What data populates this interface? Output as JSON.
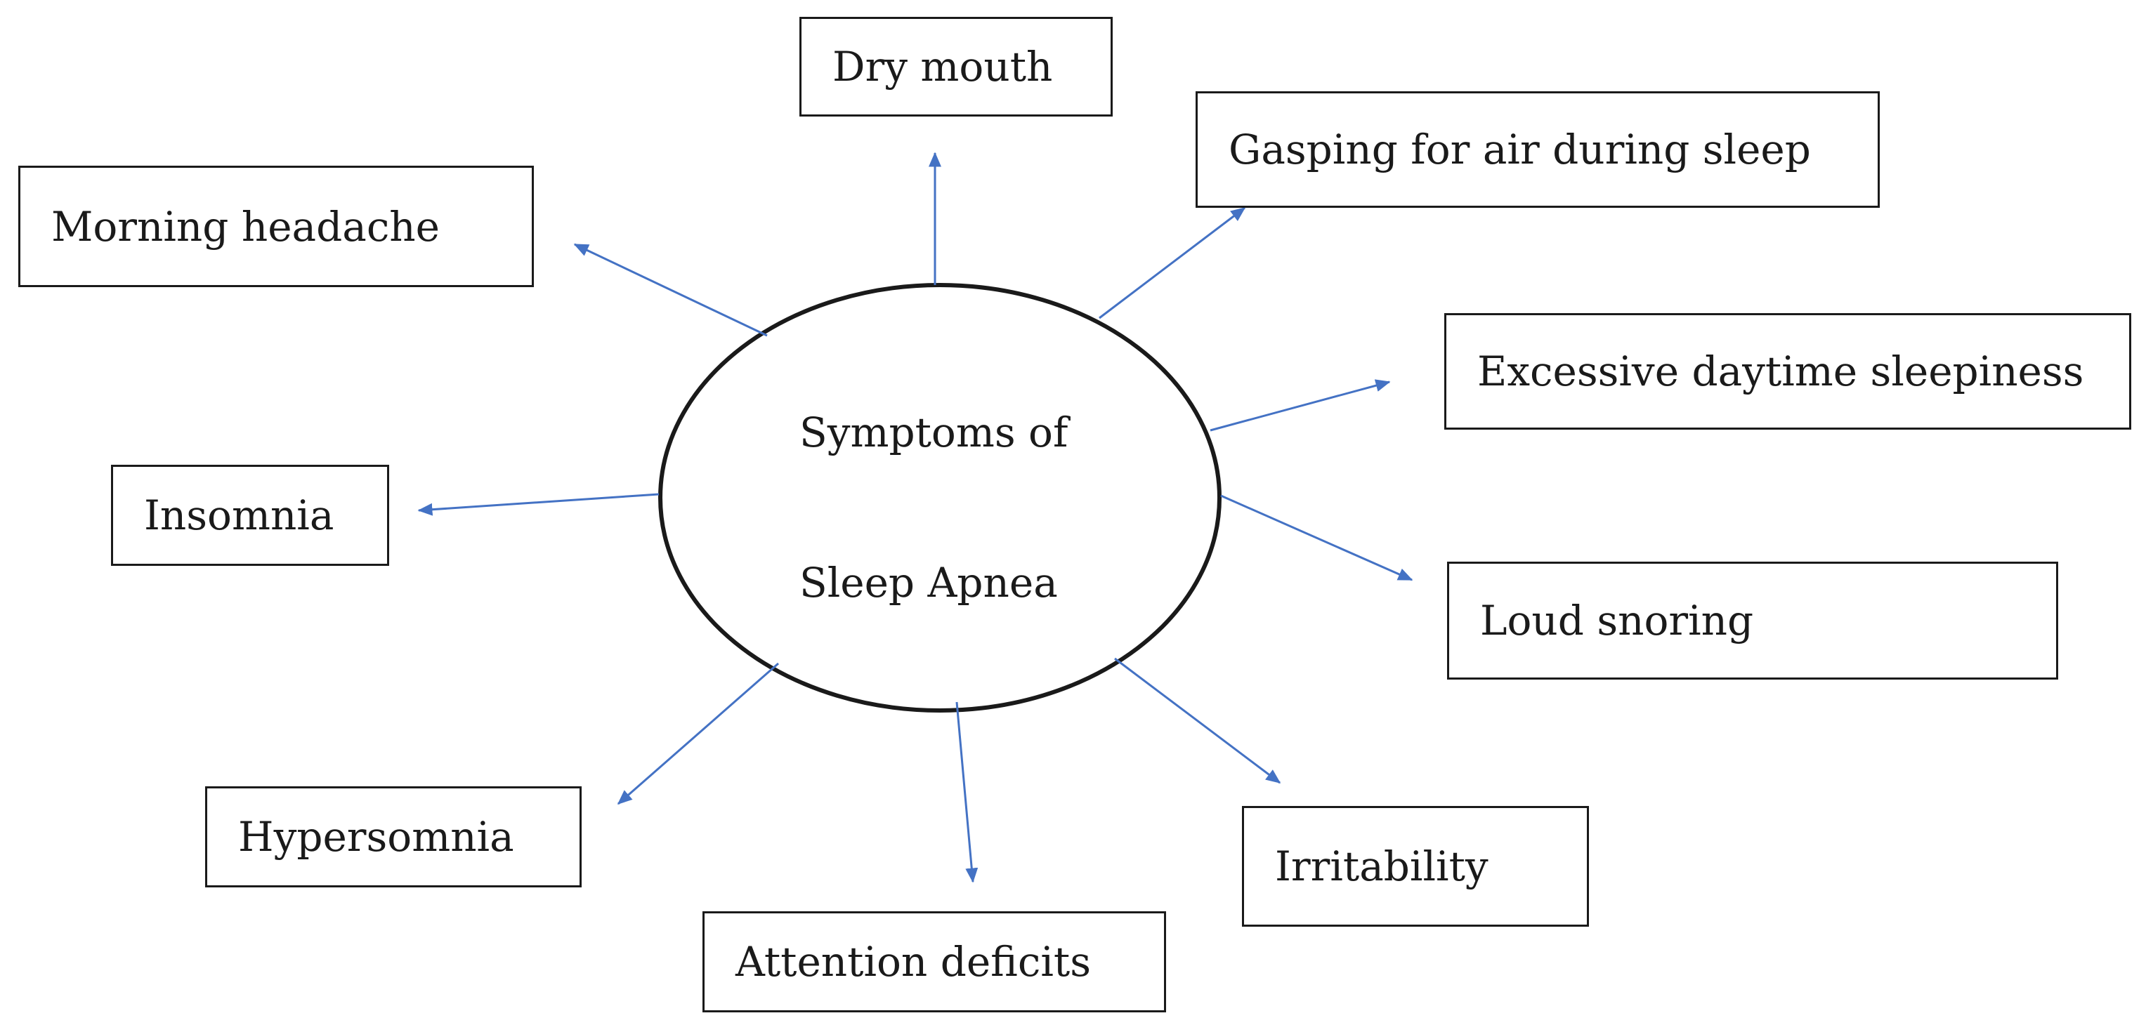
{
  "center": {
    "line1": "Symptoms of",
    "line2": "Sleep Apnea"
  },
  "symptoms": {
    "dry_mouth": "Dry mouth",
    "gasping": "Gasping for air during sleep",
    "morning_headache": "Morning headache",
    "daytime_sleepiness": "Excessive daytime sleepiness",
    "insomnia": "Insomnia",
    "loud_snoring": "Loud snoring",
    "hypersomnia": "Hypersomnia",
    "irritability": "Irritability",
    "attention_deficits": "Attention deficits"
  },
  "colors": {
    "arrow": "#4472C4",
    "outline": "#1a1a1a"
  }
}
